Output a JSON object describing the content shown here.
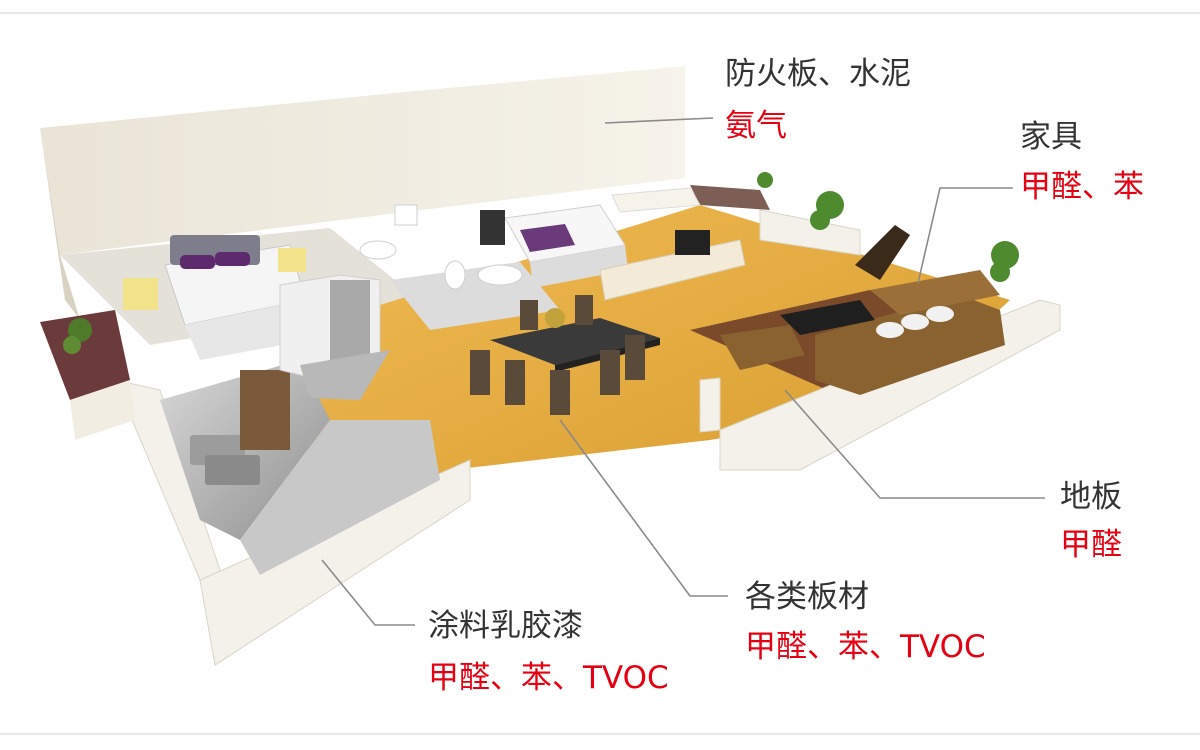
{
  "annotations": {
    "walls": {
      "source": "防火板、水泥",
      "pollutants": "氨气"
    },
    "furniture": {
      "source": "家具",
      "pollutants": "甲醛、苯"
    },
    "floor": {
      "source": "地板",
      "pollutants": "甲醛"
    },
    "boards": {
      "source": "各类板材",
      "pollutants": "甲醛、苯、TVOC"
    },
    "paint": {
      "source": "涂料乳胶漆",
      "pollutants": "甲醛、苯、TVOC"
    }
  },
  "colors": {
    "source_text": "#333333",
    "pollutant_text": "#e50012",
    "leader_line": "#8a8a8a",
    "floor_wood": "#e6a93b",
    "wall": "#f1ede2"
  }
}
